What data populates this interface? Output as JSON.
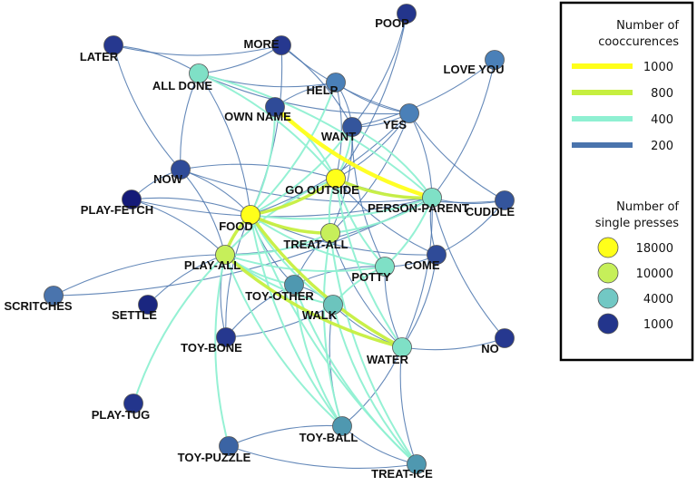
{
  "colors": {
    "edge_1000": "#ffff1a",
    "edge_800": "#c6ef3f",
    "edge_400": "#8ff0d2",
    "edge_200": "#4a74ad",
    "node_18000": "#ffff1a",
    "node_10000": "#c6ef5a",
    "node_4000": "#72c8c4",
    "node_1000": "#23358c",
    "node_stroke": "#555555",
    "legend_border": "#000000"
  },
  "nodes": [
    {
      "id": "FOOD",
      "label": "FOOD",
      "presses": 18000,
      "color": "#ffff1a"
    },
    {
      "id": "GO_OUTSIDE",
      "label": "GO OUTSIDE",
      "presses": 18000,
      "color": "#ffff1a"
    },
    {
      "id": "PLAY_ALL",
      "label": "PLAY-ALL",
      "presses": 10000,
      "color": "#c6ef5a"
    },
    {
      "id": "TREAT_ALL",
      "label": "TREAT-ALL",
      "presses": 10000,
      "color": "#c6ef5a"
    },
    {
      "id": "ALL_DONE",
      "label": "ALL DONE",
      "presses": 4000,
      "color": "#7fe0c6"
    },
    {
      "id": "PERSON_PARENT",
      "label": "PERSON-PARENT",
      "presses": 4000,
      "color": "#7fe0c6"
    },
    {
      "id": "POTTY",
      "label": "POTTY",
      "presses": 4000,
      "color": "#7fe0c6"
    },
    {
      "id": "WATER",
      "label": "WATER",
      "presses": 4000,
      "color": "#7fe0c6"
    },
    {
      "id": "WALK",
      "label": "WALK",
      "presses": 4000,
      "color": "#6cc4bd"
    },
    {
      "id": "TOY_OTHER",
      "label": "TOY-OTHER",
      "presses": 4000,
      "color": "#4f98b0"
    },
    {
      "id": "TOY_BALL",
      "label": "TOY-BALL",
      "presses": 4000,
      "color": "#4f98b0"
    },
    {
      "id": "TREAT_ICE",
      "label": "TREAT-ICE",
      "presses": 4000,
      "color": "#4f98b0"
    },
    {
      "id": "LOVE_YOU",
      "label": "LOVE YOU",
      "presses": 1000,
      "color": "#4a80b8"
    },
    {
      "id": "HELP",
      "label": "HELP",
      "presses": 1000,
      "color": "#4a80b8"
    },
    {
      "id": "YES",
      "label": "YES",
      "presses": 1000,
      "color": "#4a80b8"
    },
    {
      "id": "SCRITCHES",
      "label": "SCRITCHES",
      "presses": 1000,
      "color": "#4a74ad"
    },
    {
      "id": "TOY_PUZZLE",
      "label": "TOY-PUZZLE",
      "presses": 1000,
      "color": "#3b64a4"
    },
    {
      "id": "WANT",
      "label": "WANT",
      "presses": 1000,
      "color": "#34559c"
    },
    {
      "id": "CUDDLE",
      "label": "CUDDLE",
      "presses": 1000,
      "color": "#34559c"
    },
    {
      "id": "NOW",
      "label": "NOW",
      "presses": 1000,
      "color": "#2f4b98"
    },
    {
      "id": "OWN_NAME",
      "label": "OWN NAME",
      "presses": 1000,
      "color": "#2f4b98"
    },
    {
      "id": "COME",
      "label": "COME",
      "presses": 1000,
      "color": "#2f4b98"
    },
    {
      "id": "LATER",
      "label": "LATER",
      "presses": 1000,
      "color": "#26388f"
    },
    {
      "id": "MORE",
      "label": "MORE",
      "presses": 1000,
      "color": "#26388f"
    },
    {
      "id": "POOP",
      "label": "POOP",
      "presses": 1000,
      "color": "#23358c"
    },
    {
      "id": "TOY_BONE",
      "label": "TOY-BONE",
      "presses": 1000,
      "color": "#26388f"
    },
    {
      "id": "NO",
      "label": "NO",
      "presses": 1000,
      "color": "#26388f"
    },
    {
      "id": "PLAY_TUG",
      "label": "PLAY-TUG",
      "presses": 1000,
      "color": "#23358c"
    },
    {
      "id": "SETTLE",
      "label": "SETTLE",
      "presses": 1000,
      "color": "#1a2680"
    },
    {
      "id": "PLAY_FETCH",
      "label": "PLAY-FETCH",
      "presses": 1000,
      "color": "#141a78"
    }
  ],
  "edges": [
    {
      "source": "FOOD",
      "target": "GO_OUTSIDE",
      "cooccurrences": 800
    },
    {
      "source": "FOOD",
      "target": "WANT",
      "cooccurrences": 400
    },
    {
      "source": "FOOD",
      "target": "TREAT_ALL",
      "cooccurrences": 800
    },
    {
      "source": "FOOD",
      "target": "WATER",
      "cooccurrences": 800
    },
    {
      "source": "FOOD",
      "target": "PLAY_ALL",
      "cooccurrences": 800
    },
    {
      "source": "FOOD",
      "target": "ALL_DONE",
      "cooccurrences": 200
    },
    {
      "source": "FOOD",
      "target": "OWN_NAME",
      "cooccurrences": 400
    },
    {
      "source": "FOOD",
      "target": "HELP",
      "cooccurrences": 400
    },
    {
      "source": "FOOD",
      "target": "PERSON_PARENT",
      "cooccurrences": 400
    },
    {
      "source": "FOOD",
      "target": "POTTY",
      "cooccurrences": 400
    },
    {
      "source": "FOOD",
      "target": "WALK",
      "cooccurrences": 400
    },
    {
      "source": "FOOD",
      "target": "TOY_OTHER",
      "cooccurrences": 200
    },
    {
      "source": "FOOD",
      "target": "TOY_BALL",
      "cooccurrences": 400
    },
    {
      "source": "FOOD",
      "target": "TREAT_ICE",
      "cooccurrences": 400
    },
    {
      "source": "FOOD",
      "target": "NOW",
      "cooccurrences": 200
    },
    {
      "source": "FOOD",
      "target": "MORE",
      "cooccurrences": 200
    },
    {
      "source": "FOOD",
      "target": "PLAY_FETCH",
      "cooccurrences": 200
    },
    {
      "source": "FOOD",
      "target": "TOY_BONE",
      "cooccurrences": 200
    },
    {
      "source": "FOOD",
      "target": "COME",
      "cooccurrences": 200
    },
    {
      "source": "FOOD",
      "target": "YES",
      "cooccurrences": 200
    },
    {
      "source": "GO_OUTSIDE",
      "target": "PERSON_PARENT",
      "cooccurrences": 800
    },
    {
      "source": "GO_OUTSIDE",
      "target": "OWN_NAME",
      "cooccurrences": 400
    },
    {
      "source": "GO_OUTSIDE",
      "target": "WANT",
      "cooccurrences": 400
    },
    {
      "source": "GO_OUTSIDE",
      "target": "PLAY_ALL",
      "cooccurrences": 400
    },
    {
      "source": "GO_OUTSIDE",
      "target": "TREAT_ALL",
      "cooccurrences": 400
    },
    {
      "source": "GO_OUTSIDE",
      "target": "HELP",
      "cooccurrences": 200
    },
    {
      "source": "GO_OUTSIDE",
      "target": "POOP",
      "cooccurrences": 200
    },
    {
      "source": "GO_OUTSIDE",
      "target": "ALL_DONE",
      "cooccurrences": 400
    },
    {
      "source": "GO_OUTSIDE",
      "target": "POTTY",
      "cooccurrences": 400
    },
    {
      "source": "GO_OUTSIDE",
      "target": "WATER",
      "cooccurrences": 400
    },
    {
      "source": "GO_OUTSIDE",
      "target": "NOW",
      "cooccurrences": 200
    },
    {
      "source": "GO_OUTSIDE",
      "target": "YES",
      "cooccurrences": 200
    },
    {
      "source": "GO_OUTSIDE",
      "target": "CUDDLE",
      "cooccurrences": 200
    },
    {
      "source": "GO_OUTSIDE",
      "target": "COME",
      "cooccurrences": 200
    },
    {
      "source": "OWN_NAME",
      "target": "PERSON_PARENT",
      "cooccurrences": 1000
    },
    {
      "source": "PLAY_ALL",
      "target": "WATER",
      "cooccurrences": 800
    },
    {
      "source": "PLAY_ALL",
      "target": "TREAT_ALL",
      "cooccurrences": 400
    },
    {
      "source": "PLAY_ALL",
      "target": "TOY_OTHER",
      "cooccurrences": 400
    },
    {
      "source": "PLAY_ALL",
      "target": "WALK",
      "cooccurrences": 400
    },
    {
      "source": "PLAY_ALL",
      "target": "POTTY",
      "cooccurrences": 400
    },
    {
      "source": "PLAY_ALL",
      "target": "PLAY_TUG",
      "cooccurrences": 400
    },
    {
      "source": "PLAY_ALL",
      "target": "TOY_PUZZLE",
      "cooccurrences": 400
    },
    {
      "source": "PLAY_ALL",
      "target": "TOY_BALL",
      "cooccurrences": 400
    },
    {
      "source": "PLAY_ALL",
      "target": "SCRITCHES",
      "cooccurrences": 200
    },
    {
      "source": "PLAY_ALL",
      "target": "SETTLE",
      "cooccurrences": 200
    },
    {
      "source": "PLAY_ALL",
      "target": "TOY_BONE",
      "cooccurrences": 200
    },
    {
      "source": "PLAY_ALL",
      "target": "PLAY_FETCH",
      "cooccurrences": 200
    },
    {
      "source": "PLAY_ALL",
      "target": "PERSON_PARENT",
      "cooccurrences": 200
    },
    {
      "source": "PLAY_ALL",
      "target": "NOW",
      "cooccurrences": 200
    },
    {
      "source": "TREAT_ALL",
      "target": "PERSON_PARENT",
      "cooccurrences": 400
    },
    {
      "source": "TREAT_ALL",
      "target": "WATER",
      "cooccurrences": 200
    },
    {
      "source": "TREAT_ALL",
      "target": "TOY_BALL",
      "cooccurrences": 400
    },
    {
      "source": "TREAT_ALL",
      "target": "TREAT_ICE",
      "cooccurrences": 400
    },
    {
      "source": "TREAT_ALL",
      "target": "WANT",
      "cooccurrences": 200
    },
    {
      "source": "TREAT_ALL",
      "target": "YES",
      "cooccurrences": 200
    },
    {
      "source": "TREAT_ALL",
      "target": "TOY_OTHER",
      "cooccurrences": 200
    },
    {
      "source": "POTTY",
      "target": "PERSON_PARENT",
      "cooccurrences": 400
    },
    {
      "source": "POTTY",
      "target": "WALK",
      "cooccurrences": 400
    },
    {
      "source": "POTTY",
      "target": "WATER",
      "cooccurrences": 200
    },
    {
      "source": "POTTY",
      "target": "COME",
      "cooccurrences": 200
    },
    {
      "source": "POTTY",
      "target": "TOY_OTHER",
      "cooccurrences": 200
    },
    {
      "source": "WALK",
      "target": "TOY_OTHER",
      "cooccurrences": 200
    },
    {
      "source": "WALK",
      "target": "WATER",
      "cooccurrences": 200
    },
    {
      "source": "WALK",
      "target": "TREAT_ICE",
      "cooccurrences": 400
    },
    {
      "source": "WALK",
      "target": "TOY_BALL",
      "cooccurrences": 200
    },
    {
      "source": "TOY_OTHER",
      "target": "TOY_BALL",
      "cooccurrences": 400
    },
    {
      "source": "TOY_OTHER",
      "target": "TOY_BONE",
      "cooccurrences": 200
    },
    {
      "source": "TOY_OTHER",
      "target": "TREAT_ICE",
      "cooccurrences": 400
    },
    {
      "source": "TOY_BALL",
      "target": "TREAT_ICE",
      "cooccurrences": 200
    },
    {
      "source": "TOY_BALL",
      "target": "TOY_PUZZLE",
      "cooccurrences": 200
    },
    {
      "source": "TOY_BALL",
      "target": "WATER",
      "cooccurrences": 200
    },
    {
      "source": "WATER",
      "target": "TREAT_ICE",
      "cooccurrences": 200
    },
    {
      "source": "WATER",
      "target": "NO",
      "cooccurrences": 200
    },
    {
      "source": "WATER",
      "target": "PERSON_PARENT",
      "cooccurrences": 200
    },
    {
      "source": "WATER",
      "target": "COME",
      "cooccurrences": 200
    },
    {
      "source": "PERSON_PARENT",
      "target": "CUDDLE",
      "cooccurrences": 200
    },
    {
      "source": "PERSON_PARENT",
      "target": "LOVE_YOU",
      "cooccurrences": 200
    },
    {
      "source": "PERSON_PARENT",
      "target": "YES",
      "cooccurrences": 200
    },
    {
      "source": "PERSON_PARENT",
      "target": "NO",
      "cooccurrences": 200
    },
    {
      "source": "PERSON_PARENT",
      "target": "COME",
      "cooccurrences": 200
    },
    {
      "source": "PERSON_PARENT",
      "target": "WANT",
      "cooccurrences": 400
    },
    {
      "source": "PERSON_PARENT",
      "target": "ALL_DONE",
      "cooccurrences": 400
    },
    {
      "source": "WANT",
      "target": "POOP",
      "cooccurrences": 200
    },
    {
      "source": "WANT",
      "target": "HELP",
      "cooccurrences": 200
    },
    {
      "source": "WANT",
      "target": "YES",
      "cooccurrences": 200
    },
    {
      "source": "WANT",
      "target": "MORE",
      "cooccurrences": 200
    },
    {
      "source": "WANT",
      "target": "LOVE_YOU",
      "cooccurrences": 200
    },
    {
      "source": "WANT",
      "target": "POTTY",
      "cooccurrences": 200
    },
    {
      "source": "HELP",
      "target": "OWN_NAME",
      "cooccurrences": 200
    },
    {
      "source": "HELP",
      "target": "YES",
      "cooccurrences": 200
    },
    {
      "source": "ALL_DONE",
      "target": "LATER",
      "cooccurrences": 200
    },
    {
      "source": "ALL_DONE",
      "target": "MORE",
      "cooccurrences": 200
    },
    {
      "source": "ALL_DONE",
      "target": "NOW",
      "cooccurrences": 200
    },
    {
      "source": "ALL_DONE",
      "target": "YES",
      "cooccurrences": 200
    },
    {
      "source": "ALL_DONE",
      "target": "HELP",
      "cooccurrences": 200
    },
    {
      "source": "LATER",
      "target": "NOW",
      "cooccurrences": 200
    },
    {
      "source": "LATER",
      "target": "MORE",
      "cooccurrences": 200
    },
    {
      "source": "MORE",
      "target": "YES",
      "cooccurrences": 200
    },
    {
      "source": "NOW",
      "target": "PLAY_FETCH",
      "cooccurrences": 200
    },
    {
      "source": "NOW",
      "target": "PERSON_PARENT",
      "cooccurrences": 200
    },
    {
      "source": "COME",
      "target": "CUDDLE",
      "cooccurrences": 200
    },
    {
      "source": "TOY_BONE",
      "target": "WALK",
      "cooccurrences": 200
    },
    {
      "source": "TOY_PUZZLE",
      "target": "TREAT_ICE",
      "cooccurrences": 200
    },
    {
      "source": "SCRITCHES",
      "target": "PERSON_PARENT",
      "cooccurrences": 200
    },
    {
      "source": "PLAY_FETCH",
      "target": "PERSON_PARENT",
      "cooccurrences": 200
    },
    {
      "source": "YES",
      "target": "CUDDLE",
      "cooccurrences": 200
    }
  ],
  "legend": {
    "edge_title": [
      "Number of",
      "cooccurences"
    ],
    "edge_items": [
      {
        "label": "1000",
        "color": "#ffff1a"
      },
      {
        "label": "800",
        "color": "#c6ef3f"
      },
      {
        "label": "400",
        "color": "#8ff0d2"
      },
      {
        "label": "200",
        "color": "#4a74ad"
      }
    ],
    "node_title": [
      "Number of",
      "single presses"
    ],
    "node_items": [
      {
        "label": "18000",
        "color": "#ffff1a"
      },
      {
        "label": "10000",
        "color": "#c6ef5a"
      },
      {
        "label": "4000",
        "color": "#72c8c4"
      },
      {
        "label": "1000",
        "color": "#23358c"
      }
    ]
  }
}
